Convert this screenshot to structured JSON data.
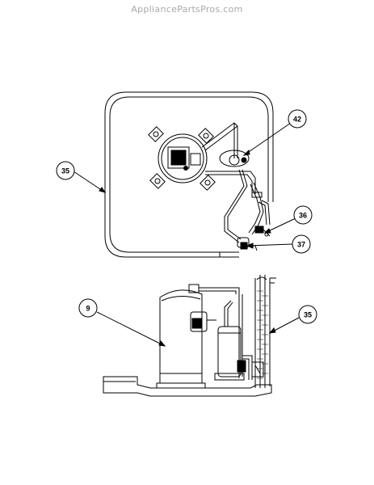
{
  "watermark": "AppliancePartsPros.com",
  "callouts": {
    "c42": "42",
    "c35_top": "35",
    "c36": "36",
    "c37": "37",
    "c9": "9",
    "c35_bottom": "35"
  },
  "colors": {
    "line": "#000000",
    "background": "#ffffff",
    "watermark": "#a8a8a8"
  }
}
